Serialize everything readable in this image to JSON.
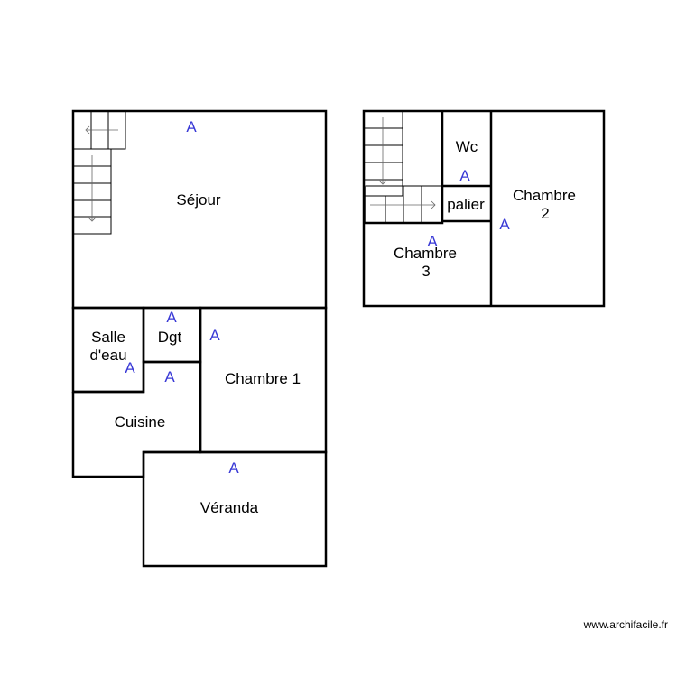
{
  "plan": {
    "ground_floor": {
      "rooms": {
        "sejour": "Séjour",
        "salle_deau_line1": "Salle",
        "salle_deau_line2": "d'eau",
        "dgt": "Dgt",
        "chambre1": "Chambre 1",
        "cuisine": "Cuisine",
        "veranda": "Véranda"
      }
    },
    "upper_floor": {
      "rooms": {
        "wc": "Wc",
        "palier": "palier",
        "chambre2_line1": "Chambre",
        "chambre2_line2": "2",
        "chambre3_line1": "Chambre",
        "chambre3_line2": "3"
      }
    },
    "marker_label": "A"
  },
  "watermark": "www.archifacile.fr"
}
